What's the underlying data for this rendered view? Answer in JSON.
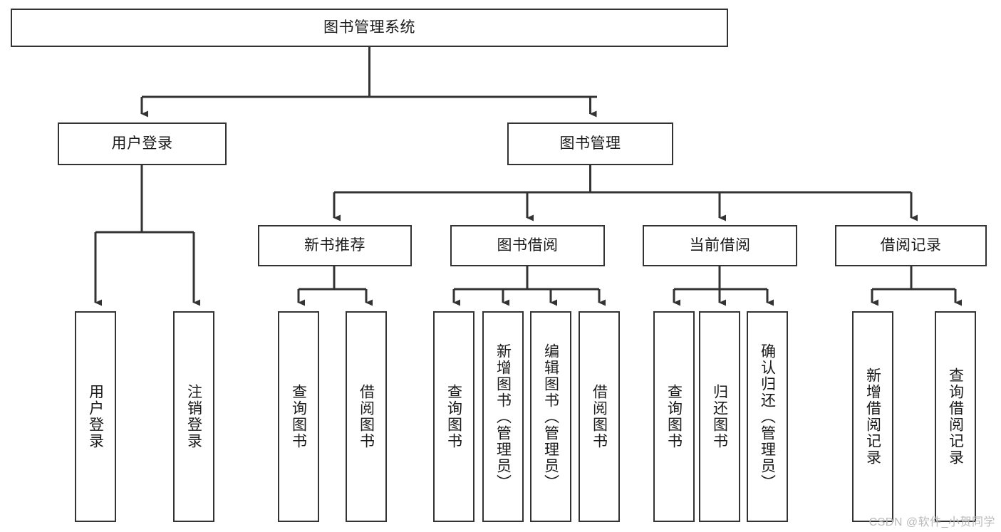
{
  "diagram": {
    "type": "tree-hierarchy-chart",
    "title": "图书管理系统",
    "stroke_color": "#333333",
    "fill_color": "#ffffff",
    "text_color": "#1a1a1a",
    "root": {
      "label": "图书管理系统"
    },
    "level1": [
      {
        "label": "用户登录"
      },
      {
        "label": "图书管理"
      }
    ],
    "level2": [
      {
        "label": "新书推荐"
      },
      {
        "label": "图书借阅"
      },
      {
        "label": "当前借阅"
      },
      {
        "label": "借阅记录"
      }
    ],
    "leaves": {
      "user_login": [
        {
          "label": "用户登录"
        },
        {
          "label": "注销登录"
        }
      ],
      "new_book_recommend": [
        {
          "label": "查询图书"
        },
        {
          "label": "借阅图书"
        }
      ],
      "book_borrow": [
        {
          "label": "查询图书"
        },
        {
          "label": "新增图书（管理员）"
        },
        {
          "label": "编辑图书（管理员）"
        },
        {
          "label": "借阅图书"
        }
      ],
      "current_borrow": [
        {
          "label": "查询图书"
        },
        {
          "label": "归还图书"
        },
        {
          "label": "确认归还（管理员）"
        }
      ],
      "borrow_record": [
        {
          "label": "新增借阅记录"
        },
        {
          "label": "查询借阅记录"
        }
      ]
    }
  },
  "watermark": {
    "text": "CSDN @软件_小贺同学"
  }
}
